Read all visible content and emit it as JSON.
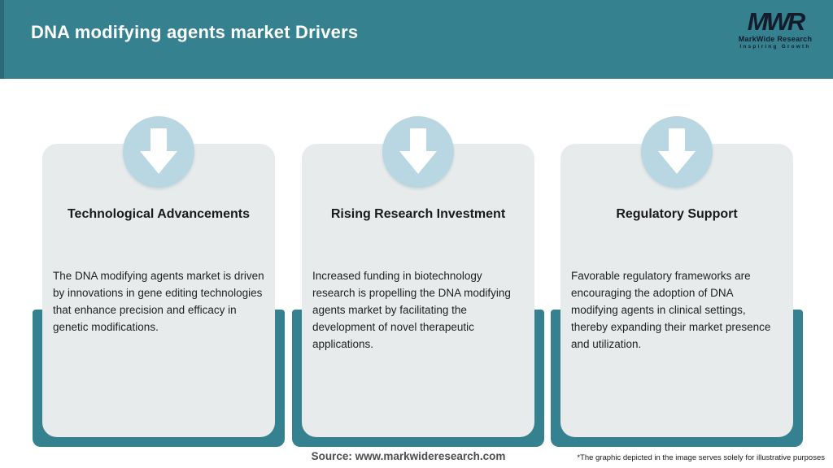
{
  "header": {
    "title": "DNA modifying agents market Drivers",
    "logo": {
      "mark": "MWR",
      "name": "MarkWide Research",
      "tagline": "Inspiring Growth"
    }
  },
  "cards": [
    {
      "icon": "down-arrow-icon",
      "title": "Technological Advancements",
      "description": "The DNA modifying agents market is driven by innovations in gene editing technologies that enhance precision and efficacy in genetic modifications."
    },
    {
      "icon": "down-arrow-icon",
      "title": "Rising Research Investment",
      "description": "Increased funding in biotechnology research is propelling the DNA modifying agents market by facilitating the development of novel therapeutic applications."
    },
    {
      "icon": "down-arrow-icon",
      "title": "Regulatory Support",
      "description": "Favorable regulatory frameworks are encouraging the adoption of DNA modifying agents in clinical settings, thereby expanding their market presence and utilization."
    }
  ],
  "footer": {
    "source": "Source: www.markwideresearch.com",
    "disclaimer": "*The graphic depicted in the image serves solely for illustrative purposes"
  },
  "colors": {
    "teal": "#36818F",
    "teal_dark_edge": "#2B6978",
    "circle_blue": "#B8D7E2",
    "card_grey": "#E8EBEC",
    "logo_dark": "#131C2B"
  }
}
